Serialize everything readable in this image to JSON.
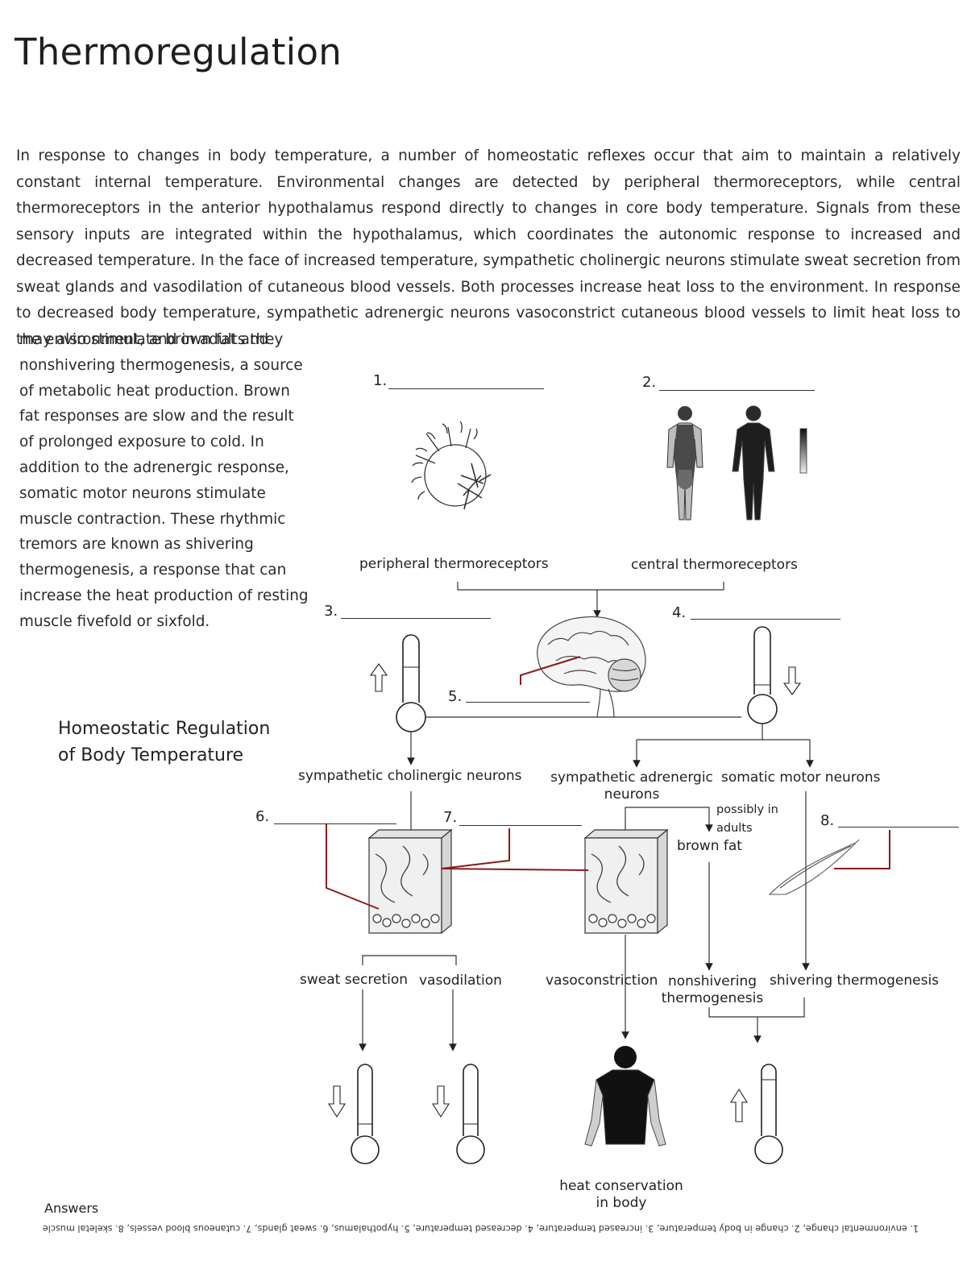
{
  "title": "Thermoregulation",
  "intro_main": "In response to changes in body temperature, a number of homeostatic reflexes occur that aim to maintain a relatively constant internal temperature. Environmental changes are detected by peripheral thermoreceptors, while central thermoreceptors in the anterior hypothalamus respond directly to changes in core body temperature. Signals from these sensory inputs are integrated within the hypothalamus, which coordinates the autonomic response to increased and decreased temperature. In the face of increased temperature, sympathetic cholinergic neurons stimulate sweat secretion from sweat glands and vasodilation of cutaneous blood vessels. Both processes increase heat loss to the environment. In response to decreased body temperature, sympathetic adrenergic neurons vasoconstrict cutaneous blood vessels to limit heat loss to the environment, and in adults they",
  "intro_cont": "may also stimulate brown fat and nonshivering thermogenesis, a source of metabolic heat production. Brown fat responses are slow and the result of prolonged exposure to cold. In addition to the adrenergic response, somatic motor neurons stimulate muscle contraction. These rhythmic tremors are known as shivering thermogenesis, a response that can increase the heat production of resting muscle fivefold or sixfold.",
  "diagram_title": "Homeostatic Regulation of Body Temperature",
  "blanks": [
    "1.",
    "2.",
    "3.",
    "4.",
    "5.",
    "6.",
    "7.",
    "8."
  ],
  "labels": {
    "peripheral": "peripheral thermoreceptors",
    "central": "central thermoreceptors",
    "cholinergic": "sympathetic cholinergic neurons",
    "adrenergic": "sympathetic adrenergic neurons",
    "somatic": "somatic motor neurons",
    "possibly": "possibly in adults",
    "brown_fat": "brown fat",
    "sweat": "sweat secretion",
    "vasodilation": "vasodilation",
    "vasoconstriction": "vasoconstriction",
    "nonshivering": "nonshivering thermogenesis",
    "shivering": "shivering thermogenesis",
    "heat_conservation": "heat conservation in body"
  },
  "answers_label": "Answers",
  "answers_key": "1. environmental change, 2. change in body temperature, 3. increased temperature, 4. decreased temperature, 5. hypothalamus, 6. sweat glands, 7. cutaneous blood vessels, 8. skeletal muscle",
  "colors": {
    "pointer_lines": "#8b1a1a",
    "ink": "#222222"
  }
}
